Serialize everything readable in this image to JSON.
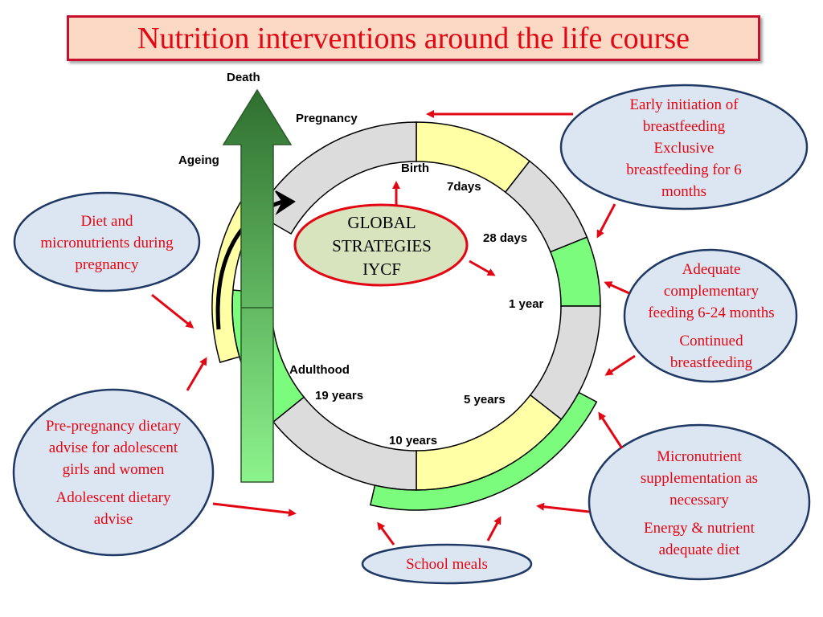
{
  "title": "Nutrition interventions around the life course",
  "center": {
    "lines": [
      "GLOBAL",
      "STRATEGIES",
      "IYCF"
    ]
  },
  "life_stages": {
    "death": "Death",
    "ageing": "Ageing",
    "pregnancy": "Pregnancy",
    "birth": "Birth",
    "days7": "7days",
    "days28": "28 days",
    "year1": "1 year",
    "years5": "5 years",
    "years10": "10 years",
    "years19": "19 years",
    "adulthood": "Adulthood"
  },
  "interventions": {
    "early_breastfeeding": [
      "Early initiation of",
      "breastfeeding",
      "Exclusive",
      "breastfeeding for 6",
      "months"
    ],
    "complementary": [
      "Adequate",
      "complementary",
      "feeding 6-24 months"
    ],
    "continued": [
      "Continued",
      "breastfeeding"
    ],
    "micronutrient": [
      "Micronutrient",
      "supplementation as",
      "necessary"
    ],
    "energy": [
      "Energy & nutrient",
      "adequate diet"
    ],
    "school_meals": "School meals",
    "pre_pregnancy": [
      "Pre-pregnancy dietary",
      "advise for adolescent",
      "girls and women"
    ],
    "adolescent": [
      "Adolescent dietary",
      "advise"
    ],
    "diet_pregnancy": [
      "Diet and",
      "micronutrients during",
      "pregnancy"
    ]
  },
  "colors": {
    "accent_red": "#e30613",
    "ellipse_fill": "#dce6f2",
    "ellipse_border": "#1f3864",
    "ring_gray": "#dcdcdc",
    "ring_yellow": "#ffffa6",
    "ring_green": "#7cfc7c",
    "center_fill": "#d7e4bd",
    "title_fill": "#fbd9c4"
  }
}
